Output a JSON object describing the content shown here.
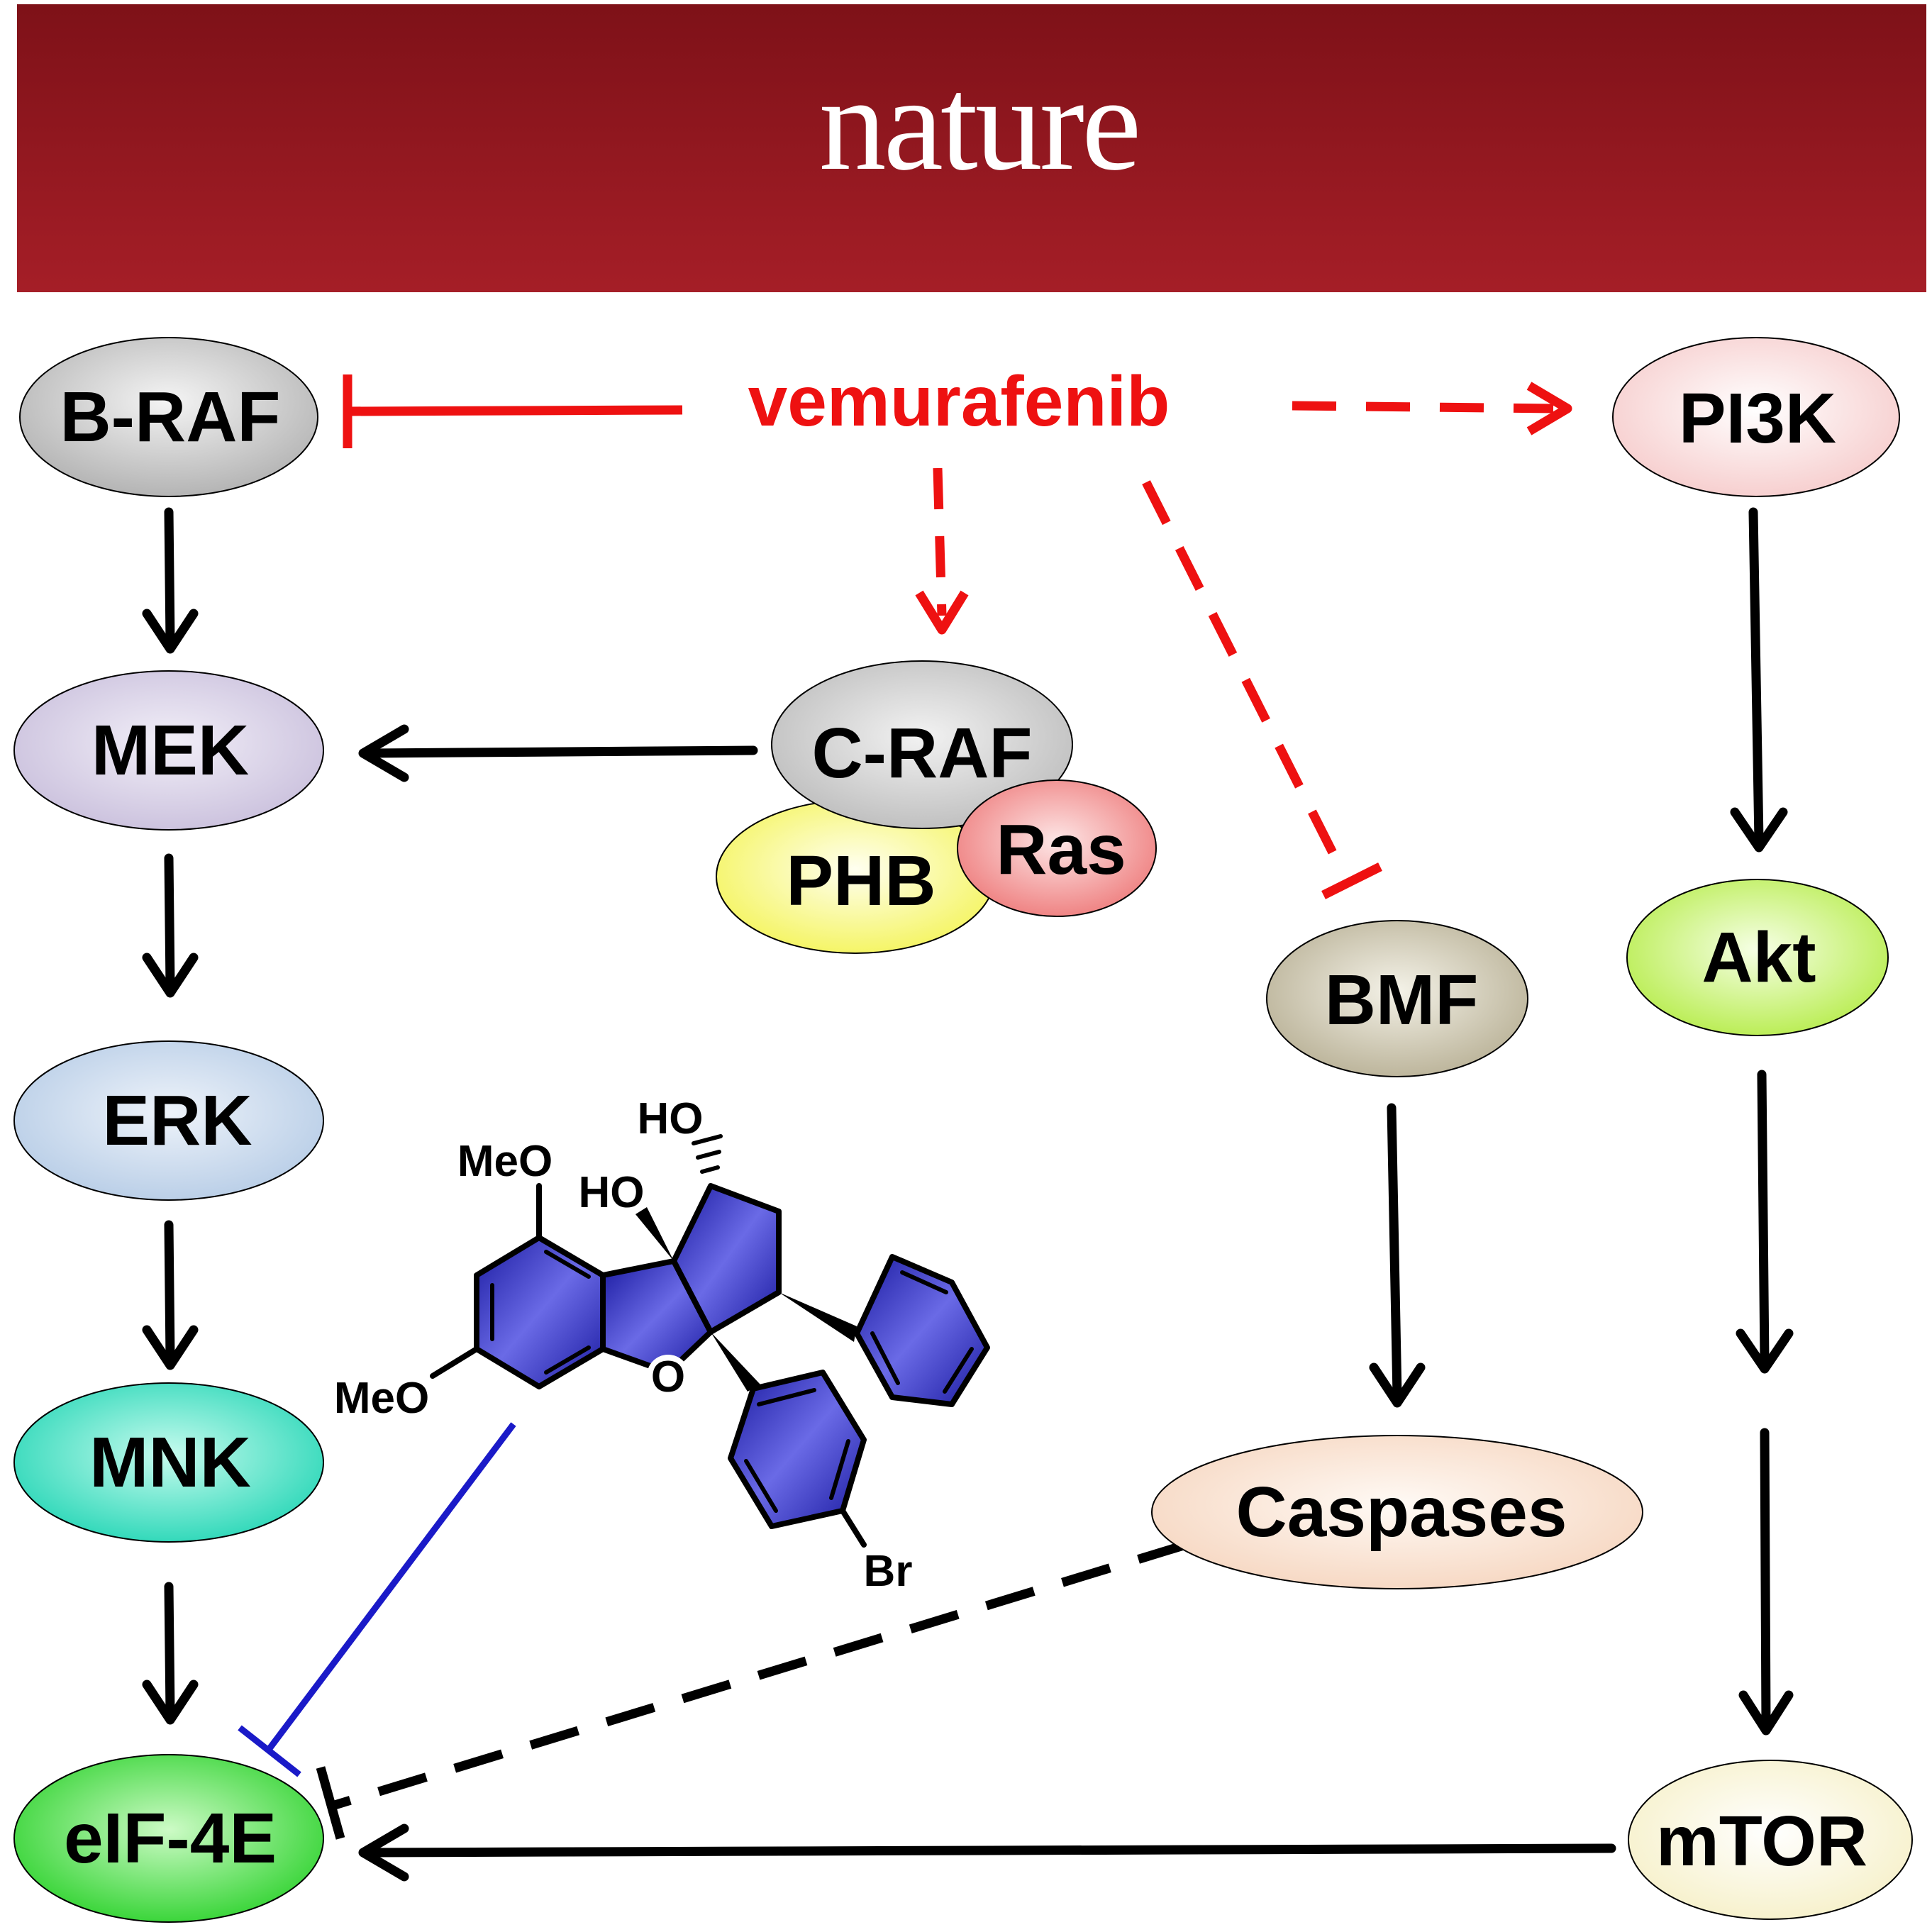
{
  "banner": {
    "title": "nature",
    "color": "#9b1a22"
  },
  "drug": {
    "label": "vemurafenib",
    "color": "#ee1111"
  },
  "nodes": {
    "braf": "B-RAF",
    "mek": "MEK",
    "erk": "ERK",
    "mnk": "MNK",
    "eif4e": "eIF-4E",
    "craf": "C-RAF",
    "phb": "PHB",
    "ras": "Ras",
    "bmf": "BMF",
    "caspases": "Caspases",
    "pi3k": "PI3K",
    "akt": "Akt",
    "mtor": "mTOR"
  },
  "compound": {
    "atoms": {
      "ho_top": "HO",
      "ho_mid": "HO",
      "meo_top": "MeO",
      "meo_bottom": "MeO",
      "oxygen": "O",
      "bromine": "Br"
    },
    "color": "#1a1aa8"
  },
  "colors": {
    "activation": "#000000",
    "drug_effect": "#ee1111",
    "compound_inhibition": "#1a1ac8"
  }
}
